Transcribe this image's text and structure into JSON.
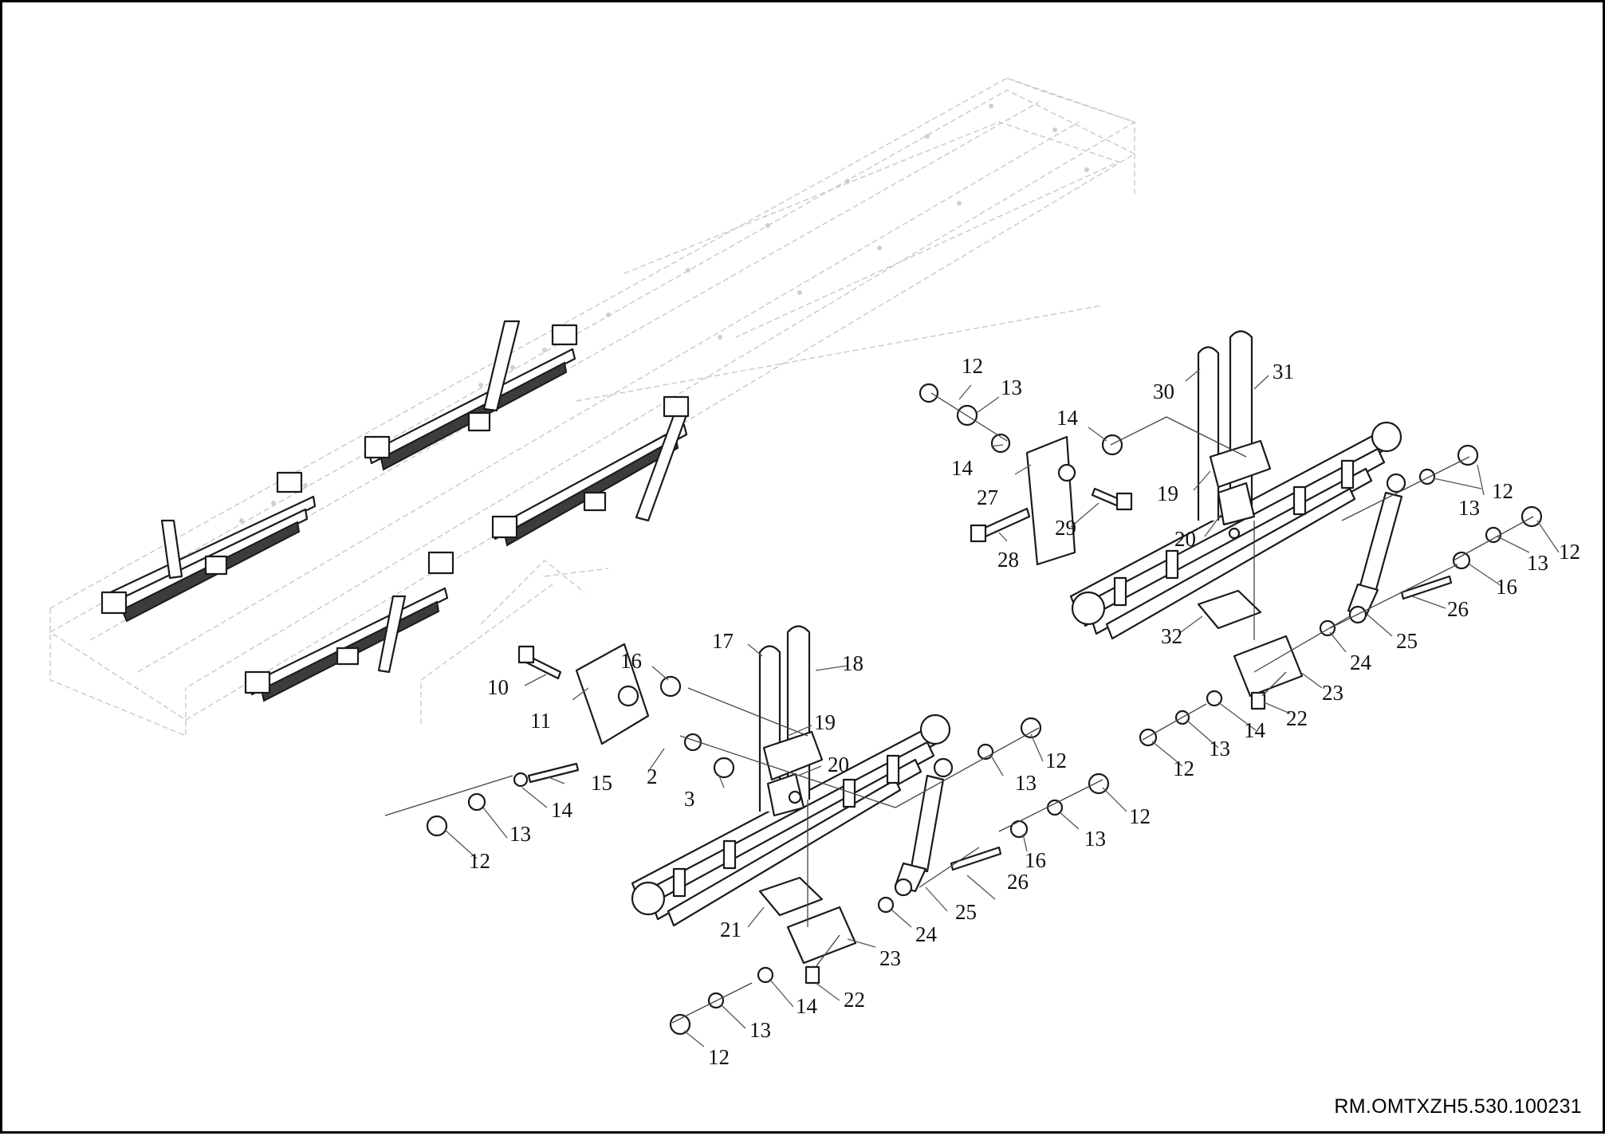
{
  "drawing_code": "RM.OMTXZH5.530.100231",
  "callouts": {
    "front": {
      "n10": "10",
      "n11": "11",
      "n16": "16",
      "n17": "17",
      "n18": "18",
      "n19": "19",
      "n20": "20",
      "n2": "2",
      "n3": "3",
      "n15": "15",
      "n14a": "14",
      "n13a": "13",
      "n12a": "12",
      "n12b": "12",
      "n13b": "13",
      "n12c": "12",
      "n13c": "13",
      "n16b": "16",
      "n26": "26",
      "n25": "25",
      "n24": "24",
      "n23": "23",
      "n21": "21",
      "n22": "22",
      "n14b": "14",
      "n13d": "13",
      "n12d": "12"
    },
    "rear": {
      "n12a": "12",
      "n13a": "13",
      "n14a": "14",
      "n14b": "14",
      "n27": "27",
      "n28": "28",
      "n29": "29",
      "n30": "30",
      "n31": "31",
      "n19": "19",
      "n20": "20",
      "n32": "32",
      "n12b": "12",
      "n13b": "13",
      "n12c": "12",
      "n13c": "13",
      "n16": "16",
      "n26": "26",
      "n25": "25",
      "n24": "24",
      "n23": "23",
      "n22": "22",
      "n14c": "14",
      "n13d": "13",
      "n12d": "12"
    }
  }
}
